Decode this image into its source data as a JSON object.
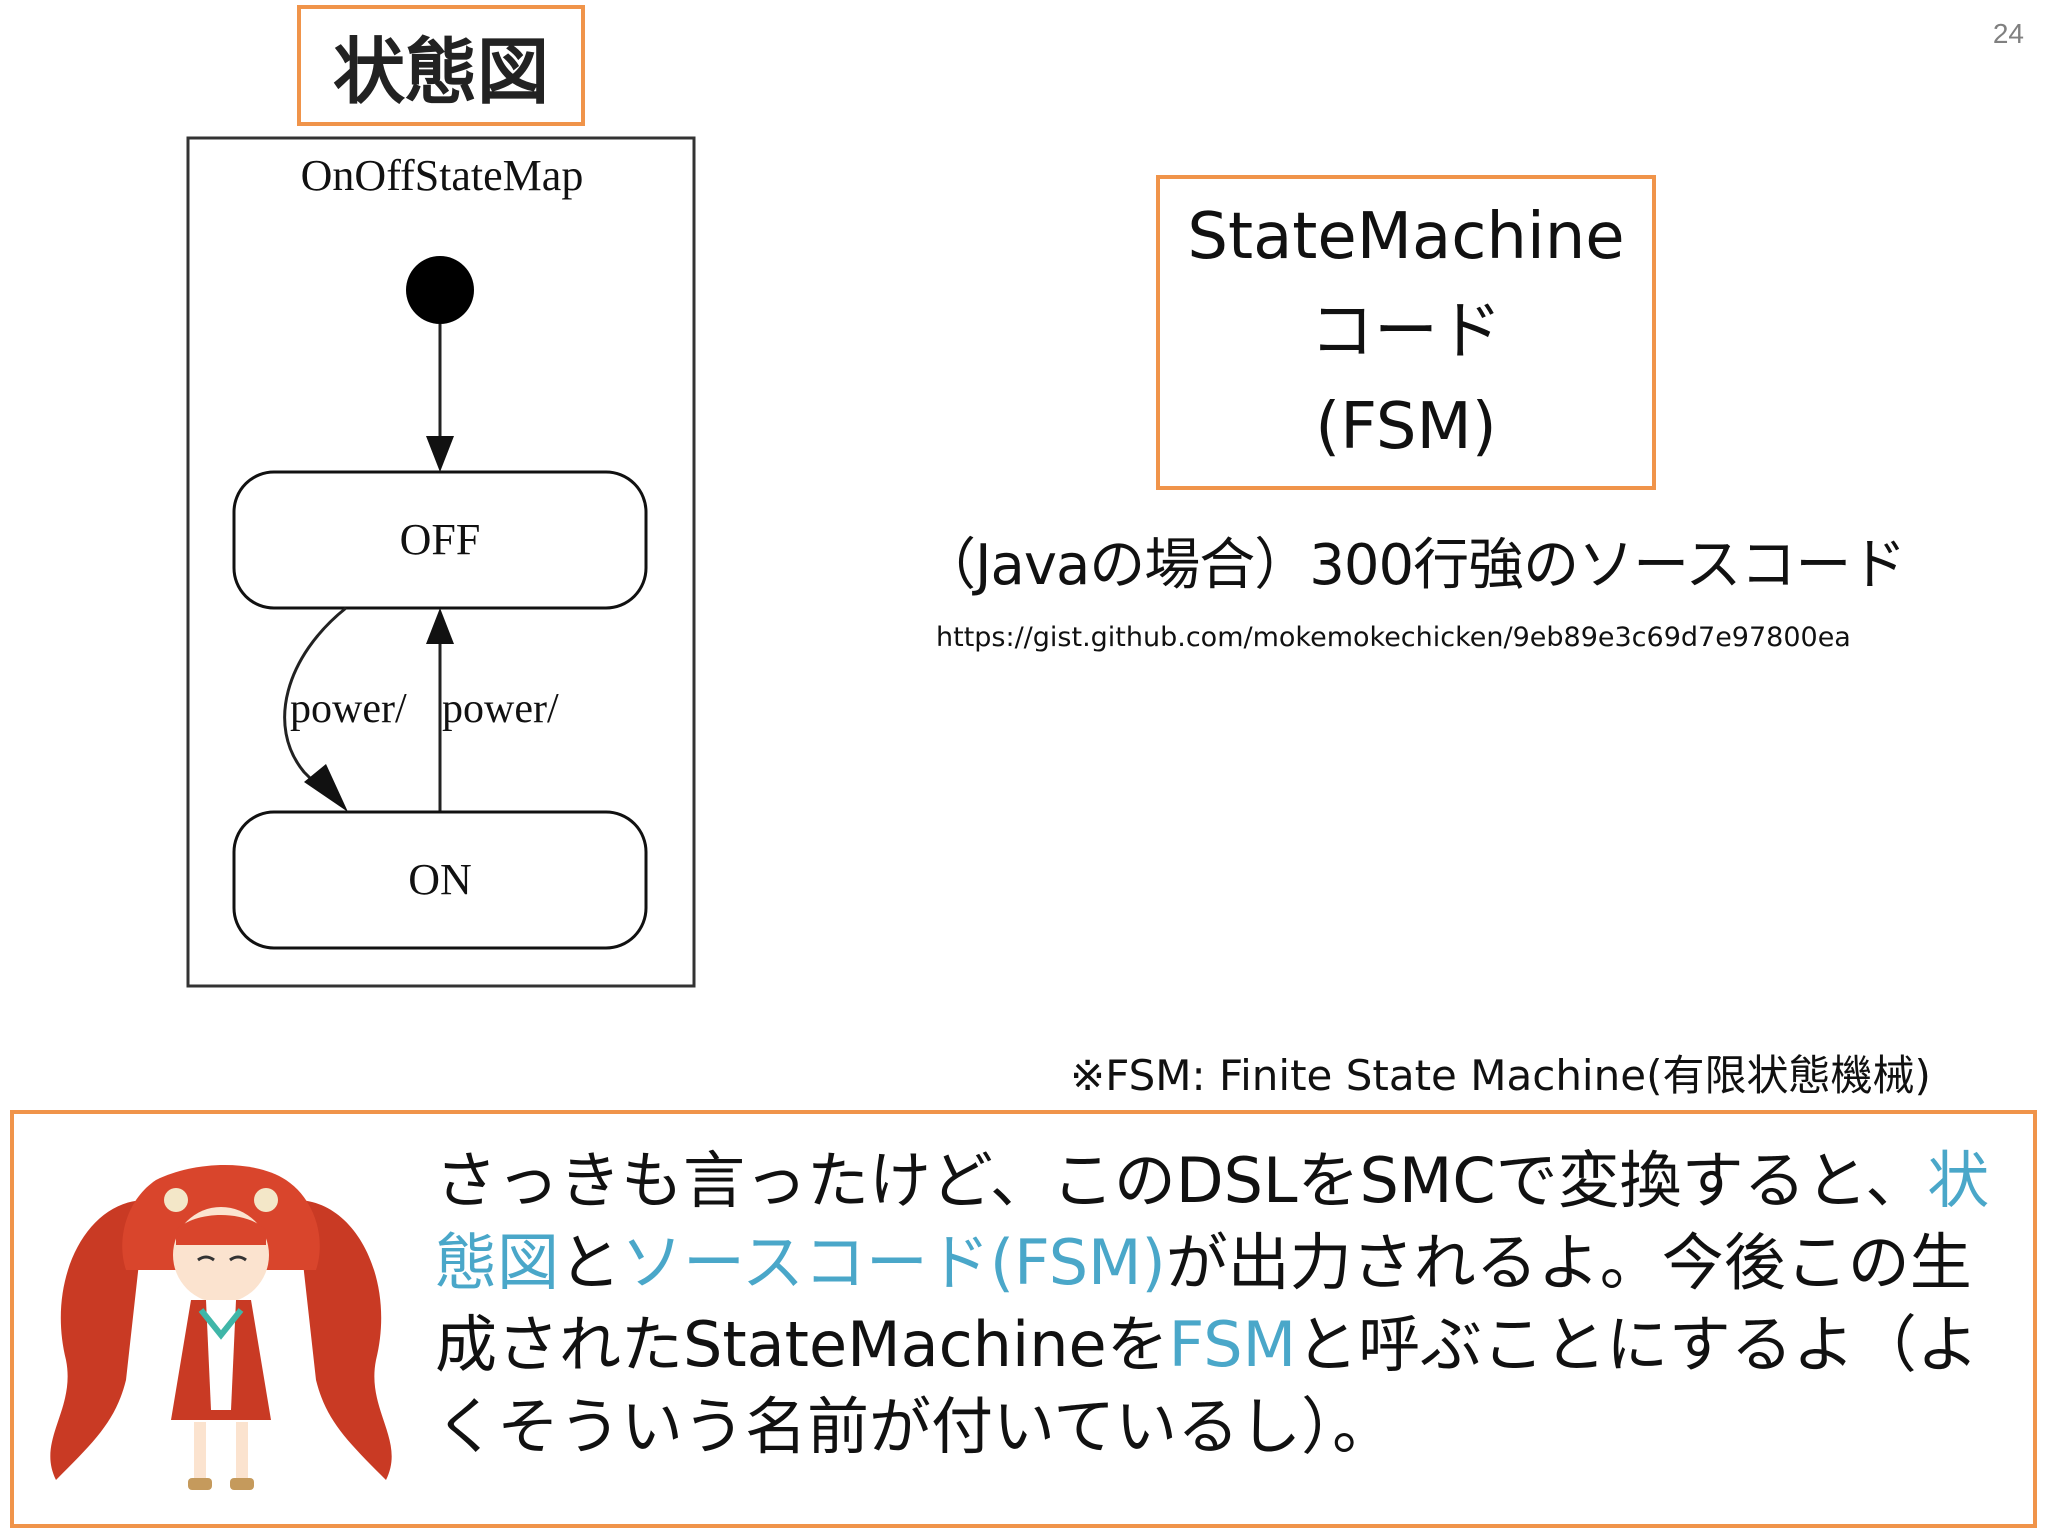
{
  "page_number": "24",
  "title": "状態図",
  "diagram": {
    "frame_title": "OnOffStateMap",
    "states": [
      "OFF",
      "ON"
    ],
    "transition_labels": [
      "power/",
      "power/"
    ]
  },
  "smc_box": {
    "line1": "StateMachine",
    "line2": "コード",
    "line3": "(FSM)"
  },
  "java_note": "（Javaの場合）300行強のソースコード",
  "url": "https://gist.github.com/mokemokechicken/9eb89e3c69d7e97800ea",
  "fsm_note": "※FSM: Finite State Machine(有限状態機械)",
  "dialog": {
    "p1": "さっきも言ったけど、このDSLをSMCで変換すると、",
    "h1": "状態図",
    "p2": "と",
    "h2": "ソースコード(FSM)",
    "p3": "が出力されるよ。今後この生成されたStateMachineを",
    "h3": "FSM",
    "p4": "と呼ぶことにするよ（よくそういう名前が付いているし）。"
  },
  "colors": {
    "accent_border": "#f0944a",
    "highlight_text": "#4aa7c9"
  }
}
